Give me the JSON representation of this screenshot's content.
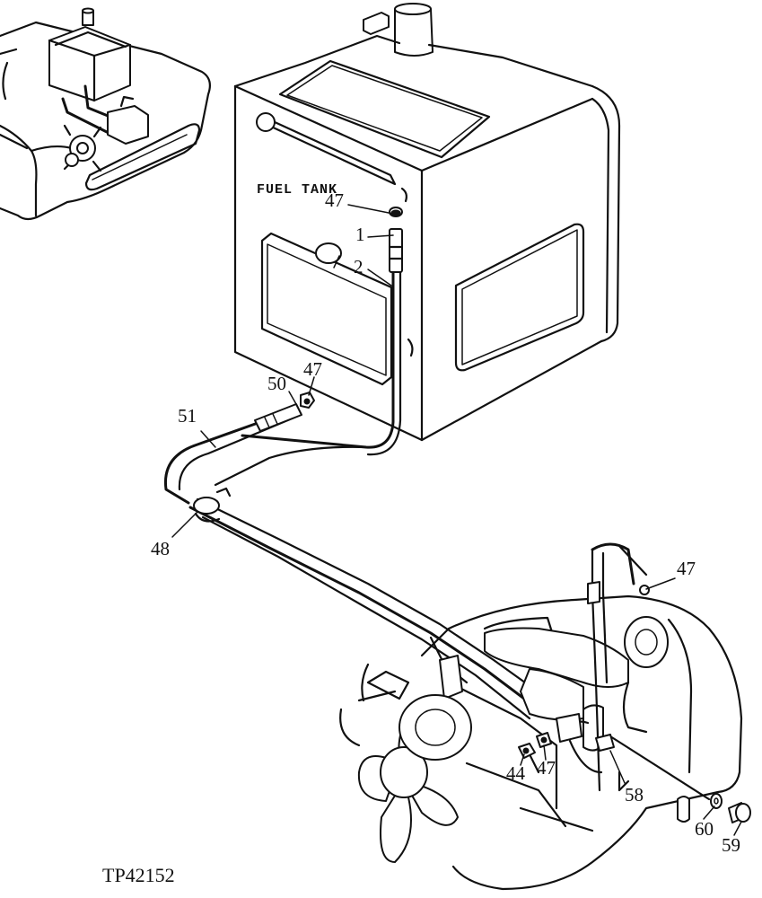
{
  "diagram": {
    "figure_reference": "TP42152",
    "tank_label": "FUEL TANK",
    "callouts": {
      "c47_top": "47",
      "c1": "1",
      "c2": "2",
      "c47_mid": "47",
      "c50": "50",
      "c51": "51",
      "c48": "48",
      "c47_right": "47",
      "c44": "44",
      "c47_low": "47",
      "c58": "58",
      "c60": "60",
      "c59": "59"
    }
  }
}
